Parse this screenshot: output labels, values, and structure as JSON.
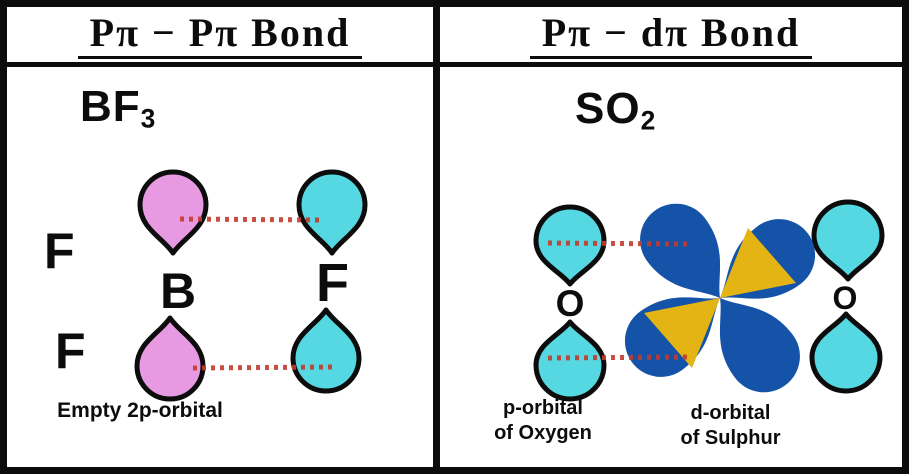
{
  "colors": {
    "pink": "#e79ae1",
    "cyan": "#55d8e1",
    "blue": "#1553a8",
    "yellow": "#e3b414",
    "red_dotted": "#c23b2e",
    "ink": "#0c0c0c"
  },
  "headers": {
    "left": "Pπ − Pπ Bond",
    "right": "Pπ − dπ Bond"
  },
  "left_panel": {
    "formula_base": "BF",
    "formula_sub": "3",
    "label_f_upper_left": "F",
    "label_b": "B",
    "label_f_right": "F",
    "label_f_lower_left": "F",
    "caption": "Empty 2p-orbital"
  },
  "right_panel": {
    "formula_base": "SO",
    "formula_sub": "2",
    "label_o_left": "O",
    "label_o_right": "O",
    "caption_p_line1": "p-orbital",
    "caption_p_line2": "of Oxygen",
    "caption_d_line1": "d-orbital",
    "caption_d_line2": "of Sulphur"
  }
}
